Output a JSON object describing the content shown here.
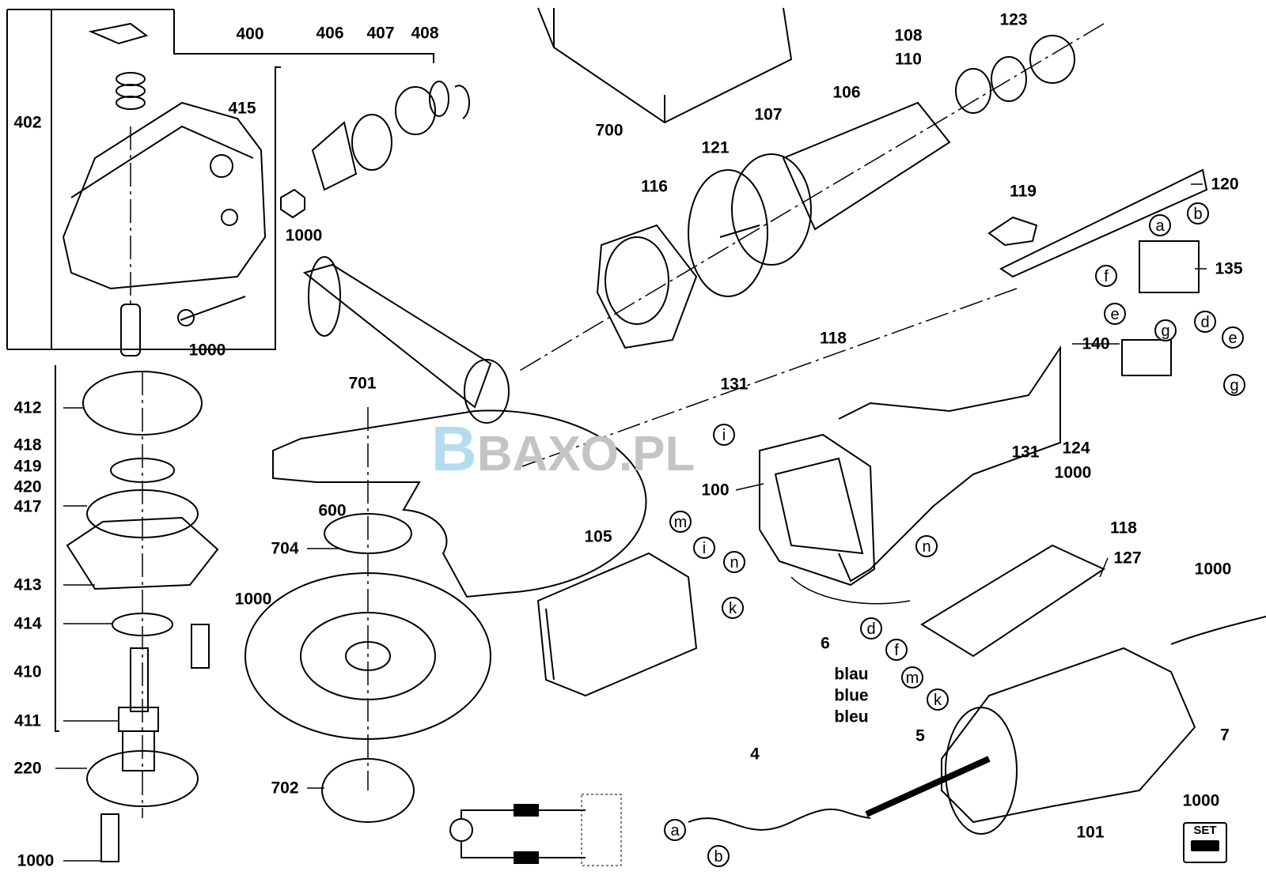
{
  "labels": [
    "400",
    "406",
    "407",
    "408",
    "402",
    "415",
    "1000",
    "1000",
    "701",
    "700",
    "108",
    "110",
    "123",
    "106",
    "107",
    "121",
    "116",
    "119",
    "120",
    "135",
    "118",
    "131",
    "140",
    "412",
    "418",
    "419",
    "420",
    "417",
    "413",
    "414",
    "410",
    "411",
    "220",
    "1000",
    "1000",
    "600",
    "704",
    "702",
    "105",
    "100",
    "124",
    "1000",
    "131",
    "118",
    "127",
    "1000",
    "6",
    "7",
    "5",
    "4",
    "101",
    "1000"
  ],
  "wire_colors": [
    "blau",
    "blue",
    "bleu"
  ],
  "connectors": [
    "a",
    "b",
    "f",
    "e",
    "g",
    "d",
    "e",
    "g",
    "i",
    "m",
    "i",
    "n",
    "k",
    "n",
    "d",
    "f",
    "m",
    "k",
    "a",
    "b"
  ],
  "set_badge": "SET",
  "watermark": {
    "logo_letter": "B",
    "text": "BAXO.PL"
  }
}
